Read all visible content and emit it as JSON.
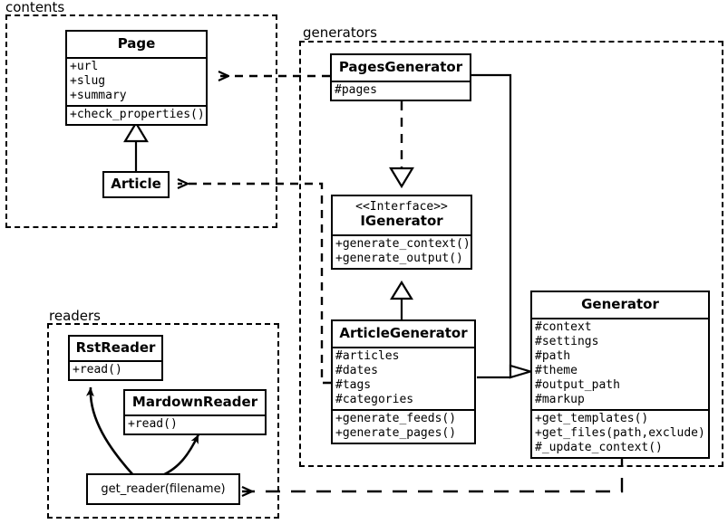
{
  "diagram": {
    "title": "Pelican UML class diagram",
    "stroke_color": "#000000",
    "background_color": "#ffffff"
  },
  "packages": [
    {
      "id": "contents",
      "label": "contents"
    },
    {
      "id": "generators",
      "label": "generators"
    },
    {
      "id": "readers",
      "label": "readers"
    }
  ],
  "classes": {
    "page": {
      "name": "Page",
      "attributes": [
        "+url",
        "+slug",
        "+summary"
      ],
      "operations": [
        "+check_properties()"
      ]
    },
    "article": {
      "name": "Article",
      "attributes": [],
      "operations": []
    },
    "pages_generator": {
      "name": "PagesGenerator",
      "attributes": [
        "#pages"
      ],
      "operations": []
    },
    "igenerator": {
      "stereotype": "<<Interface>>",
      "name": "IGenerator",
      "attributes": [],
      "operations": [
        "+generate_context()",
        "+generate_output()"
      ]
    },
    "article_generator": {
      "name": "ArticleGenerator",
      "attributes": [
        "#articles",
        "#dates",
        "#tags",
        "#categories"
      ],
      "operations": [
        "+generate_feeds()",
        "+generate_pages()"
      ]
    },
    "generator": {
      "name": "Generator",
      "attributes": [
        "#context",
        "#settings",
        "#path",
        "#theme",
        "#output_path",
        "#markup"
      ],
      "operations": [
        "+get_templates()",
        "+get_files(path,exclude)",
        "#_update_context()"
      ]
    },
    "rst_reader": {
      "name": "RstReader",
      "attributes": [],
      "operations": [
        "+read()"
      ]
    },
    "mardown_reader": {
      "name": "MardownReader",
      "attributes": [],
      "operations": [
        "+read()"
      ]
    },
    "get_reader": {
      "name": "get_reader(filename)"
    }
  },
  "relations": [
    {
      "id": "rel-pagesgenerator-page",
      "type": "dependency",
      "from": "PagesGenerator",
      "to": "Page"
    },
    {
      "id": "rel-articlegenerator-article",
      "type": "dependency",
      "from": "ArticleGenerator",
      "to": "Article"
    },
    {
      "id": "rel-article-page",
      "type": "inheritance",
      "from": "Article",
      "to": "Page"
    },
    {
      "id": "rel-pagesgenerator-igenerator",
      "type": "realization",
      "from": "PagesGenerator",
      "to": "IGenerator"
    },
    {
      "id": "rel-articlegenerator-igenerator",
      "type": "inheritance",
      "from": "ArticleGenerator",
      "to": "IGenerator"
    },
    {
      "id": "rel-pagesgenerator-generator",
      "type": "inheritance",
      "from": "PagesGenerator",
      "to": "Generator"
    },
    {
      "id": "rel-articlegenerator-generator",
      "type": "inheritance",
      "from": "ArticleGenerator",
      "to": "Generator"
    },
    {
      "id": "rel-generator-getreader",
      "type": "dependency",
      "from": "Generator",
      "to": "get_reader(filename)"
    },
    {
      "id": "rel-getreader-rstreader",
      "type": "association",
      "from": "get_reader(filename)",
      "to": "RstReader"
    },
    {
      "id": "rel-getreader-mardownreader",
      "type": "association",
      "from": "get_reader(filename)",
      "to": "MardownReader"
    }
  ]
}
